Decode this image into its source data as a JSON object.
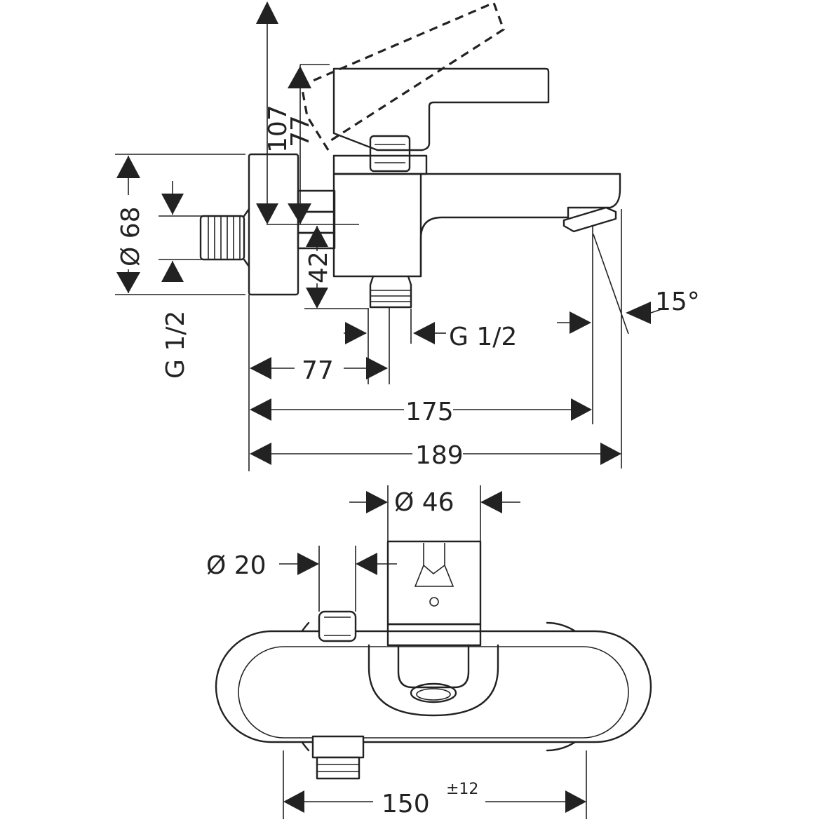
{
  "side_view": {
    "dim_107": "107",
    "dim_77_lever": "77",
    "dim_68": "Ø 68",
    "dim_g12_left": "G 1/2",
    "dim_42": "42",
    "dim_g12_bottom": "G 1/2",
    "dim_15deg": "15°",
    "dim_77": "77",
    "dim_175": "175",
    "dim_189": "189"
  },
  "top_view": {
    "dim_46": "Ø 46",
    "dim_20": "Ø 20",
    "dim_150": "150",
    "dim_150_tol": "±12"
  }
}
